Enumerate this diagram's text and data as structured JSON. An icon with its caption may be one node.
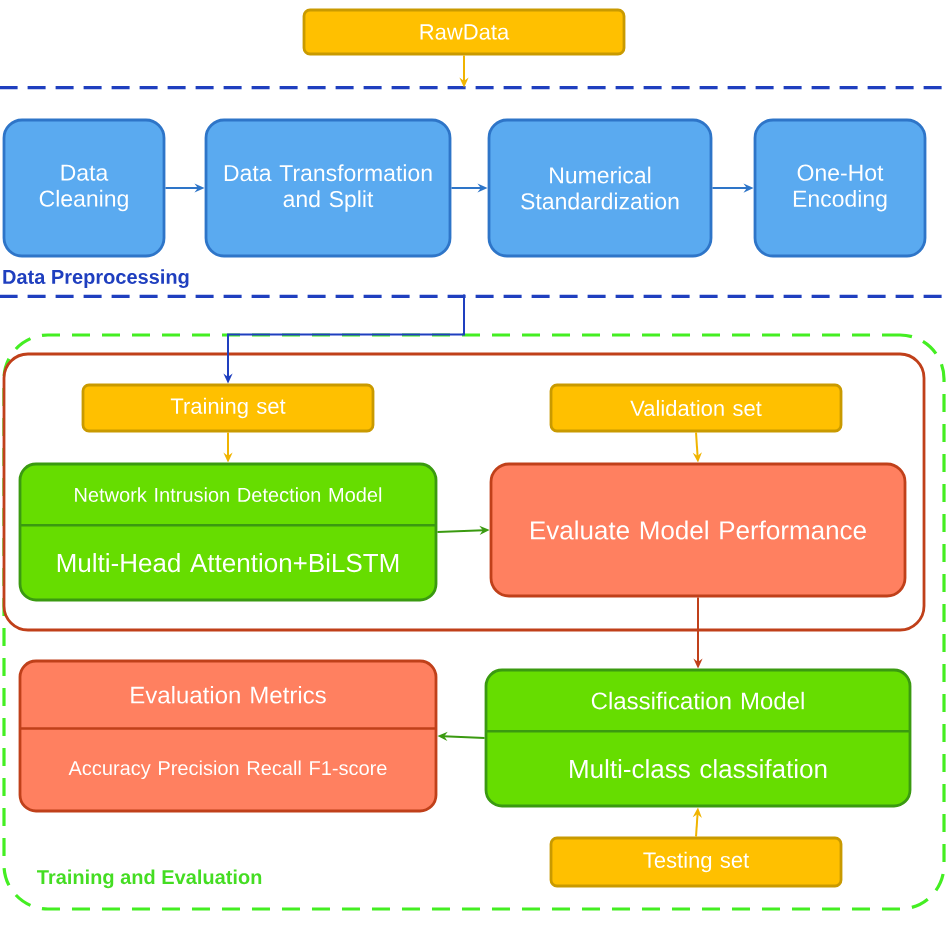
{
  "diagram": {
    "nodes": [
      {
        "text": [
          "RawData"
        ]
      },
      {
        "text": [
          "Data Preprocessing"
        ]
      },
      {
        "text": [
          "Data Cleaning"
        ],
        "in": 1
      },
      {
        "text": [
          "Data Transformation and Split"
        ],
        "in": 1
      },
      {
        "text": [
          "Numerical Standardization"
        ],
        "in": 1
      },
      {
        "text": [
          "One-Hot Encoding"
        ],
        "in": 1
      },
      {
        "text": [
          "Training and Evaluation"
        ]
      },
      {
        "text": [],
        "shape": "box",
        "in": 6
      },
      {
        "text": [
          "Training set"
        ],
        "in": 7
      },
      {
        "text": [
          "Validation set"
        ],
        "in": 7
      },
      {
        "text": [
          "Network Intrusion Detection Model",
          "Multi-Head Attention+BiLSTM"
        ],
        "in": 7
      },
      {
        "text": [
          "Evaluate Model Performance"
        ],
        "in": 7
      },
      {
        "text": [
          "Evaluation Metrics",
          "Accuracy Precision Recall F1-score"
        ],
        "in": 6
      },
      {
        "text": [
          "Classification Model",
          "Multi-class classifation"
        ],
        "in": 6
      },
      {
        "text": [
          "Testing set"
        ],
        "in": 6
      }
    ],
    "edges": [
      {
        "from": 0,
        "to": 1,
        "arrow": "to",
        "color": "#f0b400"
      },
      {
        "from": 1,
        "to": 8,
        "arrow": "to",
        "color": "#1f3fbf"
      },
      {
        "from": 2,
        "to": 3,
        "arrow": "to",
        "color": "#2e75c8"
      },
      {
        "from": 3,
        "to": 4,
        "arrow": "to",
        "color": "#2e75c8"
      },
      {
        "from": 4,
        "to": 5,
        "arrow": "to",
        "color": "#2e75c8"
      },
      {
        "from": 8,
        "to": 10,
        "arrow": "to",
        "color": "#f0b400"
      },
      {
        "from": 9,
        "to": 11,
        "arrow": "to",
        "color": "#f0b400"
      },
      {
        "from": 10,
        "to": 11,
        "arrow": "to",
        "color": "#3a9a10"
      },
      {
        "from": 11,
        "to": 13,
        "arrow": "to",
        "color": "#c0401a"
      },
      {
        "from": 13,
        "to": 12,
        "arrow": "to",
        "color": "#3a9a10"
      },
      {
        "from": 14,
        "to": 13,
        "arrow": "to",
        "color": "#f0b400"
      }
    ]
  }
}
